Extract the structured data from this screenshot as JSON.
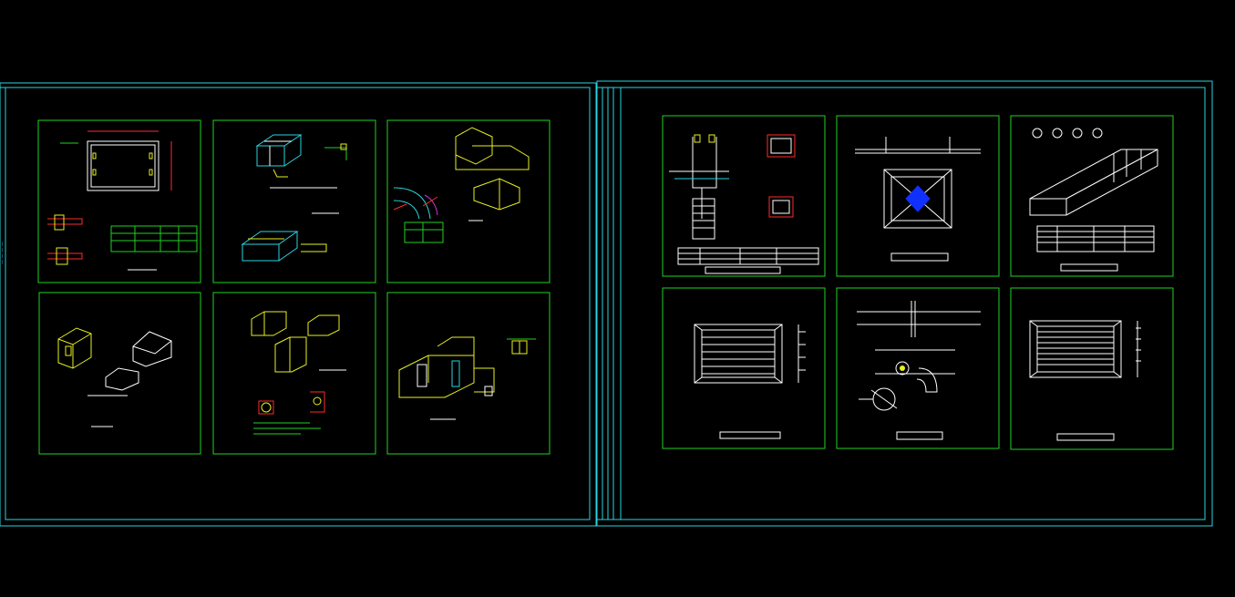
{
  "viewer": {
    "background": "#000000",
    "frame_color": "#2ad4e0",
    "cell_color": "#1fd21f"
  },
  "sheets": [
    {
      "name": "left-sheet",
      "title_strip": "",
      "cells": [
        {
          "id": "L1",
          "caption": ""
        },
        {
          "id": "L2",
          "caption": ""
        },
        {
          "id": "L3",
          "caption": ""
        },
        {
          "id": "L4",
          "caption": ""
        },
        {
          "id": "L5",
          "caption": ""
        },
        {
          "id": "L6",
          "caption": ""
        }
      ]
    },
    {
      "name": "right-sheet",
      "title_strip": "",
      "cells": [
        {
          "id": "R1",
          "caption": ""
        },
        {
          "id": "R2",
          "caption": ""
        },
        {
          "id": "R3",
          "caption": ""
        },
        {
          "id": "R4",
          "caption": ""
        },
        {
          "id": "R5",
          "caption": ""
        },
        {
          "id": "R6",
          "caption": ""
        }
      ]
    }
  ]
}
